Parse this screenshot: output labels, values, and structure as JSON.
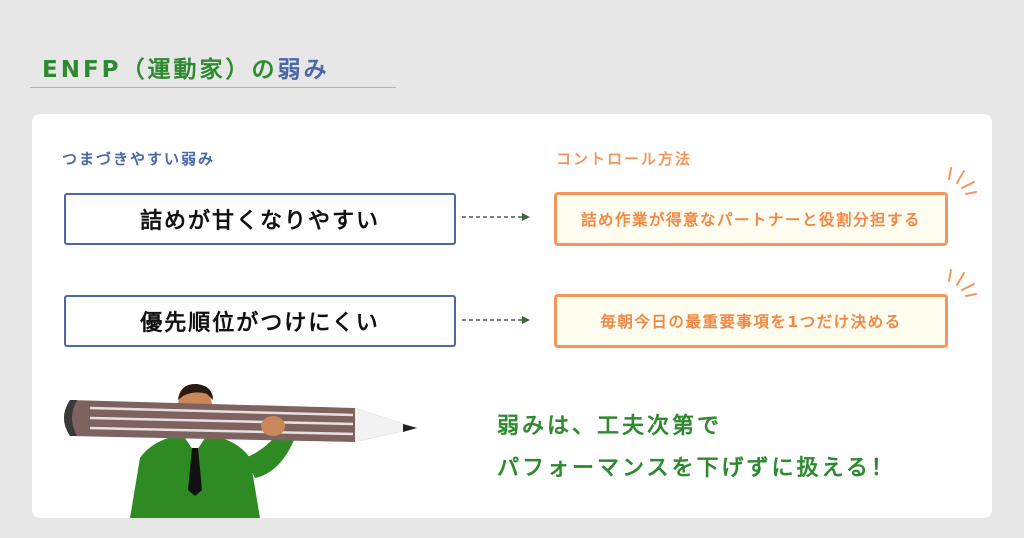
{
  "header": {
    "title_main": "ENFP（運動家）の",
    "title_accent": "弱み"
  },
  "columns": {
    "weakness_label": "つまづきやすい弱み",
    "control_label": "コントロール方法"
  },
  "rows": [
    {
      "weakness": "詰めが甘くなりやすい",
      "control": "詰め作業が得意なパートナーと役割分担する"
    },
    {
      "weakness": "優先順位がつけにくい",
      "control": "毎朝今日の最重要事項を1つだけ決める"
    }
  ],
  "message": {
    "line1": "弱みは、工夫次第で",
    "line2": "パフォーマンスを下げずに扱える！"
  },
  "colors": {
    "green": "#2e8a2e",
    "blue": "#4a68a8",
    "orange": "#f5955a"
  }
}
